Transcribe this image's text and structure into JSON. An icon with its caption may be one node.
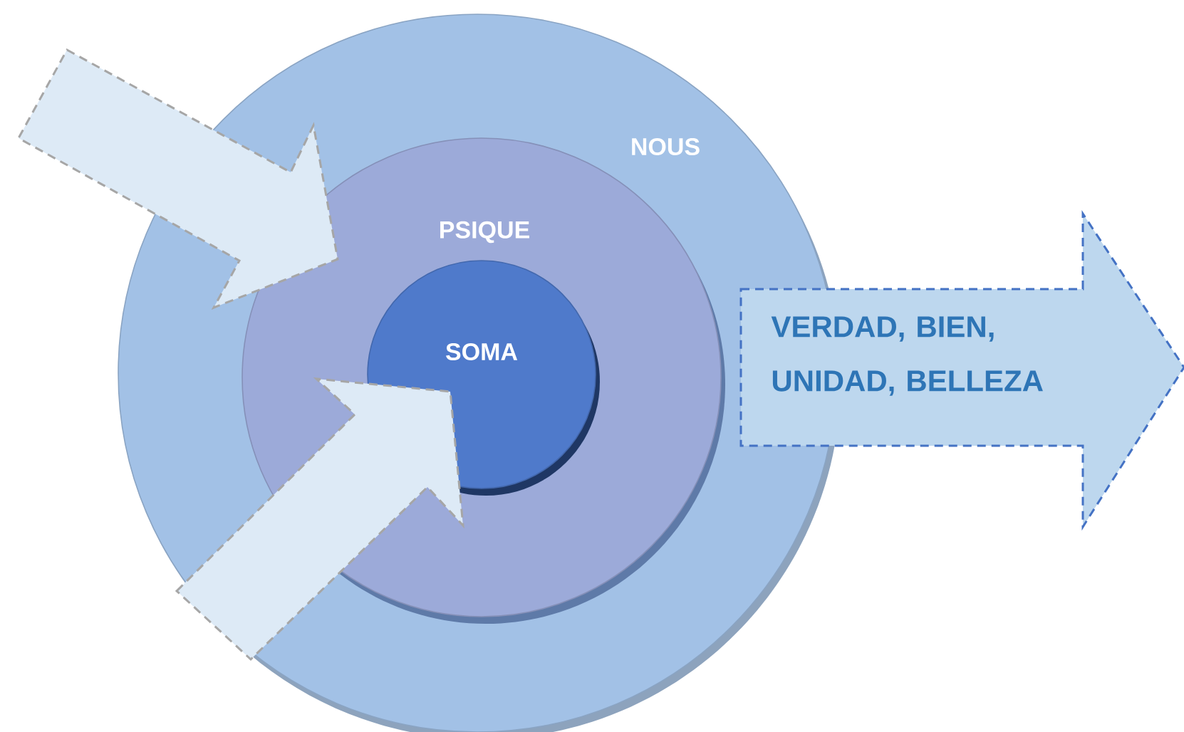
{
  "diagram": {
    "nodes": [
      {
        "text": [
          "NOUS"
        ]
      },
      {
        "text": [
          "PSIQUE"
        ],
        "in": 0
      },
      {
        "text": [
          "SOMA"
        ],
        "in": 1
      },
      {
        "text": [
          "VERDAD, BIEN, UNIDAD, BELLEZA"
        ]
      }
    ],
    "edges": [
      {
        "from": null,
        "to": 1,
        "arrow": "to",
        "style": "dashed"
      },
      {
        "from": null,
        "to": 2,
        "arrow": "to",
        "style": "dashed"
      }
    ]
  }
}
